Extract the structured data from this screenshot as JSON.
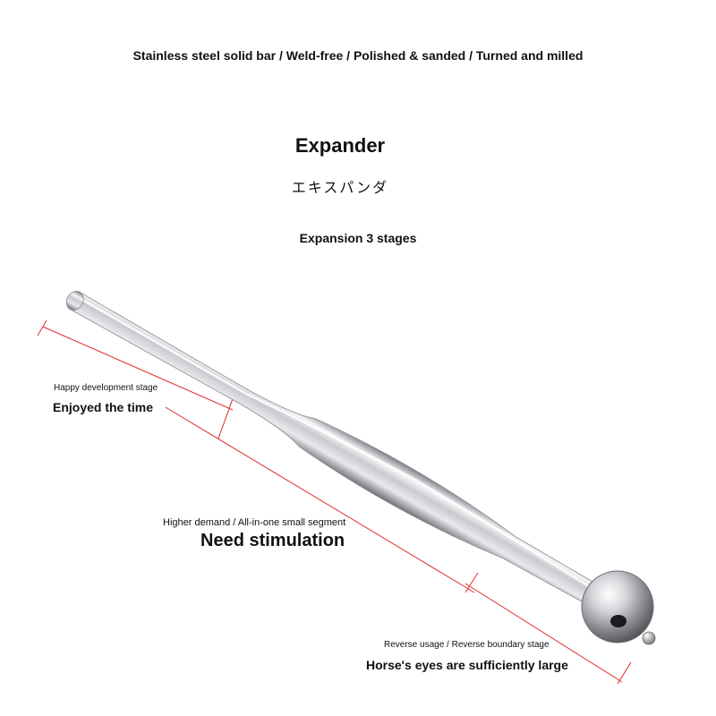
{
  "header": {
    "headline": "Stainless steel solid bar / Weld-free / Polished & sanded / Turned and milled",
    "title": "Expander",
    "title_jp": "エキスパンダ",
    "stages": "Expansion 3 stages"
  },
  "labels": {
    "stage1_small": "Happy development stage",
    "stage1_big": "Enjoyed the time",
    "stage2_small": "Higher demand / All-in-one small segment",
    "stage2_big": "Need stimulation",
    "stage3_small": "Reverse usage / Reverse boundary stage",
    "stage3_big": "Horse's eyes are sufficiently large"
  },
  "colors": {
    "measure_line": "#e0282a",
    "steel_light": "#f4f4f6",
    "steel_dark": "#8a8b90"
  }
}
